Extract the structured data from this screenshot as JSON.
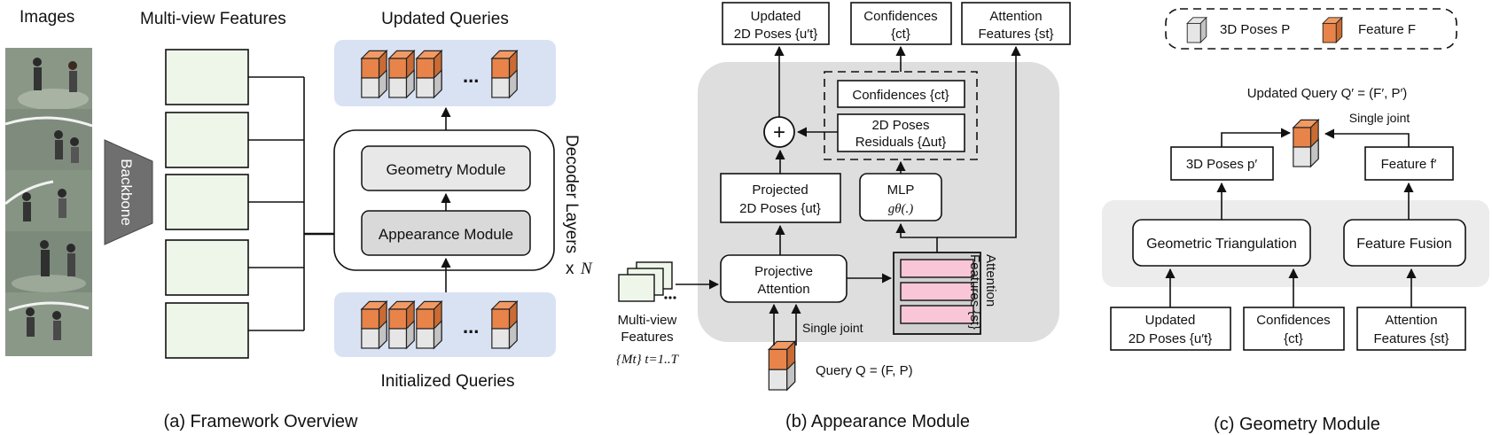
{
  "colors": {
    "query_band": "#d9e2f3",
    "module_fill": "#e8e8e8",
    "appearance_fill": "#d9d9d9",
    "gray_bg": "#dedede",
    "geom_bg": "#ececec",
    "feature_box": "#eef6e9",
    "backbone": "#6f6f6f",
    "cube_gray": "#e6e6e6",
    "cube_orange": "#e8844a",
    "attention_pink": "#f9c6d8"
  },
  "panel_a": {
    "images_label": "Images",
    "mvf_label": "Multi-view Features",
    "backbone": "Backbone",
    "updated_queries": "Updated Queries",
    "initialized_queries": "Initialized Queries",
    "geometry_module": "Geometry Module",
    "appearance_module": "Appearance Module",
    "decoder_layers": "Decoder Layers",
    "times_n_x": "x",
    "times_n_n": "N",
    "dots": "...",
    "caption": "(a) Framework Overview"
  },
  "panel_b": {
    "updated_2d_l1": "Updated",
    "updated_2d_l2": "2D Poses {u′t}",
    "conf_top_l1": "Confidences",
    "conf_top_l2": "{ct}",
    "attn_top_l1": "Attention",
    "attn_top_l2": "Features {st}",
    "conf_inner": "Confidences {ct}",
    "res_l1": "2D Poses",
    "res_l2": "Residuals {Δut}",
    "plus": "+",
    "projected_l1": "Projected",
    "projected_l2": "2D Poses {ut}",
    "mlp_l1": "MLP",
    "mlp_l2": "gθ(.)",
    "proj_attn_l1": "Projective",
    "proj_attn_l2": "Attention",
    "attn_side_l1": "Attention",
    "attn_side_l2": "Features {st}",
    "mv_l1": "Multi-view",
    "mv_l2": "Features",
    "mv_l3": "{Mt} t=1..T",
    "single_joint": "Single joint",
    "query": "Query Q = (F, P)",
    "caption": "(b) Appearance Module"
  },
  "panel_c": {
    "legend_3d": "3D Poses P",
    "legend_feat": "Feature F",
    "updated_query": "Updated Query Q′ = (F′, P′)",
    "single_joint": "Single joint",
    "poses3d": "3D Poses p′",
    "feature_f": "Feature f′",
    "geo_tri": "Geometric Triangulation",
    "feat_fusion": "Feature Fusion",
    "upd_l1": "Updated",
    "upd_l2": "2D Poses {u′t}",
    "conf_l1": "Confidences",
    "conf_l2": "{ct}",
    "attn_l1": "Attention",
    "attn_l2": "Features {st}",
    "caption": "(c) Geometry Module"
  }
}
